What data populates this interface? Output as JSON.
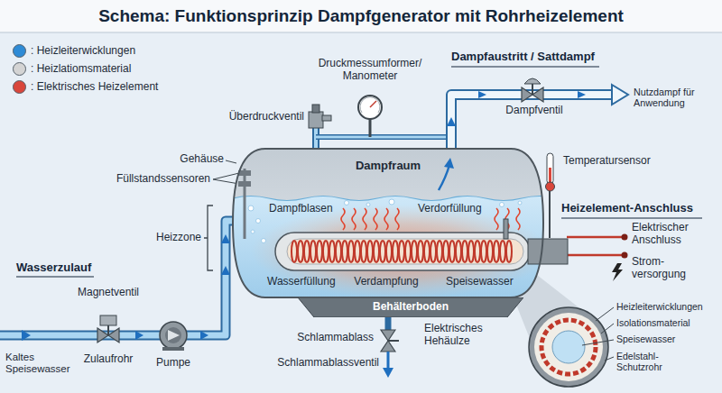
{
  "diagram": {
    "title": "Schema: Funktionsprinzip Dampfgenerator mit Rohrheizelement",
    "nodes": [
      {
        "text": [
          "Dampfraum",
          "Dampfblasen",
          "Verdorfüllung",
          "Wasserfüllung",
          "Verdampfung",
          "Speisewasser"
        ]
      },
      {
        "text": [
          "Behälterboden"
        ]
      }
    ],
    "labels": [
      "Dampfaustritt / Sattdampf",
      "Druckmessumformer/ Manometer",
      "Überdruckventil",
      "Dampfventil",
      "Nutzdampf für Anwendung",
      "Gehäuse",
      "Füllstandssensoren",
      "Heizzone",
      "Temperatursensor",
      "Heizelement-Anschluss",
      "Elektrischer Anschluss",
      "Strom- versorgung",
      "Heizleiterwicklungen",
      "Isolationsmaterial",
      "Speisewasser",
      "Edelstahl- Schutzrohr",
      "Wasserzulauf",
      "Magnetventil",
      "Kaltes Speisewasser",
      "Zulaufrohr",
      "Pumpe",
      "Schlammablass",
      "Schlammablassventil",
      "Elektrisches Hehäulze"
    ],
    "legend": [
      {
        "text": ": Heizleiterwicklungen",
        "color": "#2e8bd6"
      },
      {
        "text": ": Heizlatiomsmaterial",
        "color": "#d4d4d4"
      },
      {
        "text": ": Elektrisches Heizelement",
        "color": "#d9463b"
      }
    ]
  }
}
